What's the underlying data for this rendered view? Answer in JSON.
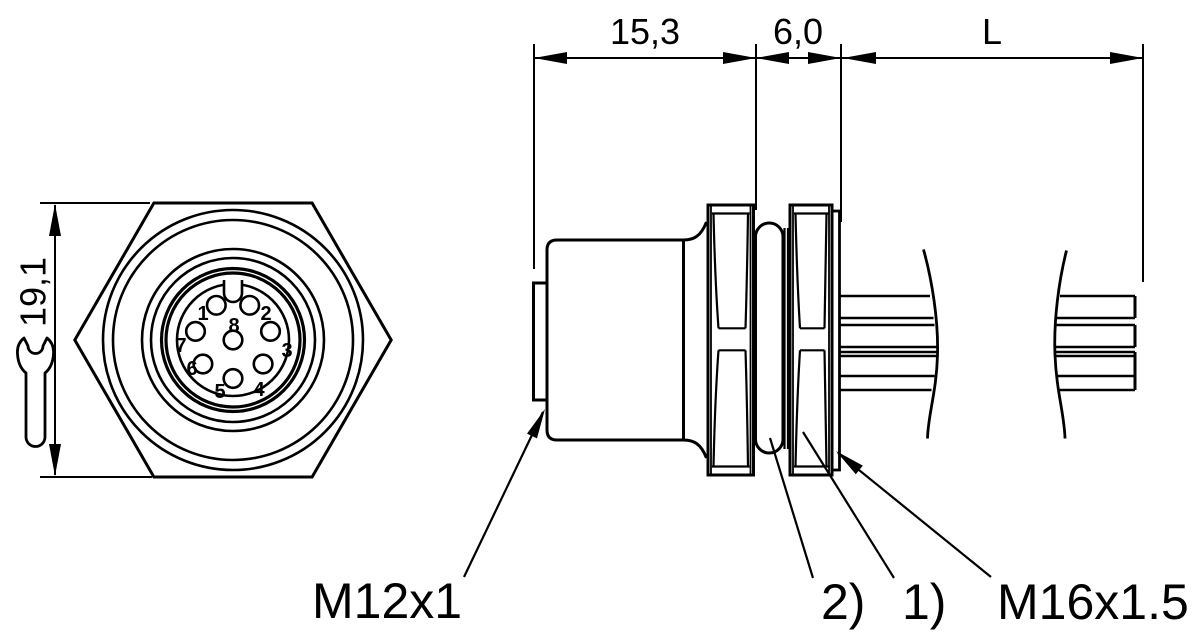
{
  "dimensions": {
    "flange_height": "19,1",
    "body_length": "15,3",
    "mount_length": "6,0",
    "cable_length": "L"
  },
  "callouts": {
    "front_thread": "M12x1",
    "seal_ref": "2)",
    "nut_ref": "1)",
    "rear_thread": "M16x1.5"
  },
  "pins": {
    "labels": [
      "1",
      "2",
      "3",
      "4",
      "5",
      "6",
      "7",
      "8"
    ]
  },
  "colors": {
    "line": "#000000",
    "background": "#ffffff"
  }
}
